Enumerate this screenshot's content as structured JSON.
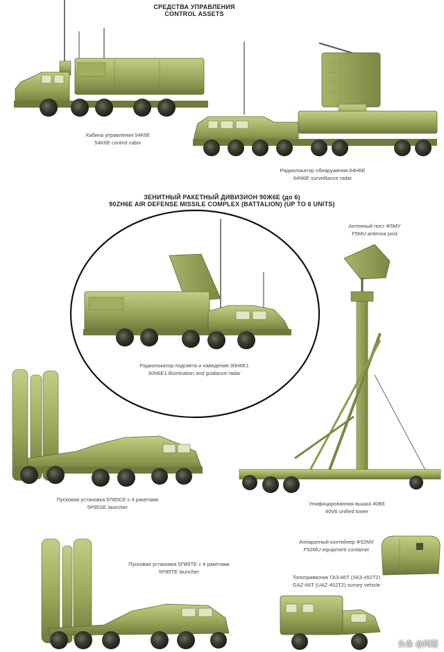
{
  "header": {
    "ru": "СРЕДСТВА УПРАВЛЕНИЯ",
    "en": "CONTROL ASSETS"
  },
  "section": {
    "ru": "ЗЕНИТНЫЙ РАКЕТНЫЙ ДИВИЗИОН 90Ж6Е (до 6)",
    "en": "90ZH6E AIR DEFENSE MISSILE COMPLEX (BATTALION) (UP TO 6 UNITS)"
  },
  "captions": {
    "control_cabin": {
      "ru": "Кабина управления 54К6Е",
      "en": "54K6E control cabin"
    },
    "surveillance_radar": {
      "ru": "Радиолокатор обнаружения 64Н6Е",
      "en": "64N6E surveillance radar"
    },
    "antenna_post": {
      "ru": "Антенный пост Ф5МУ",
      "en": "F5MU antenna post"
    },
    "illumination_radar": {
      "ru": "Радиолокатор подсвета и наведения 30Н6Е1",
      "en": "30N6E1 illumination and guidance radar"
    },
    "launcher_5p85se": {
      "ru": "Пусковая установка 5П85СЕ с 4 ракетами",
      "en": "5P85SE launcher"
    },
    "unified_tower": {
      "ru": "Унифицированная вышка 40В6",
      "en": "40V6 unified tower"
    },
    "equipment_container": {
      "ru": "Аппаратный контейнер Ф52МУ",
      "en": "F52MU equipment container"
    },
    "launcher_5p85te": {
      "ru": "Пусковая установка 5П85ТЕ с 4 ракетами",
      "en": "5P85TE launcher"
    },
    "survey_vehicle": {
      "ru": "Топопривязчик ГАЗ-66Т (УАЗ-452Т2)",
      "en": "GAZ-66T (UAZ-452T2) survey vehicle"
    }
  },
  "watermark": "头条 @问答",
  "colors": {
    "olive_light": "#b7c27a",
    "olive_mid": "#8f9a4f",
    "olive_dark": "#5e6632",
    "tire": "#2f3126",
    "ellipse": "#111111"
  }
}
